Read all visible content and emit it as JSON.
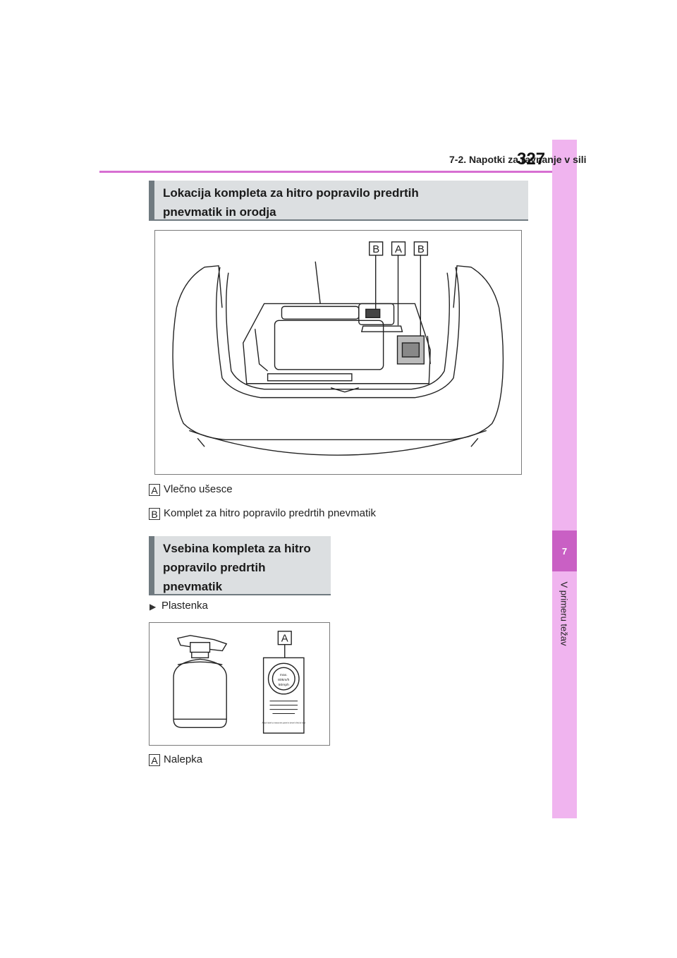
{
  "header": {
    "section": "7-2. Napotki za ravnanje v sili",
    "page": "327"
  },
  "side_tab": {
    "number": "7",
    "label": "V primeru težav"
  },
  "section1": {
    "title_line1": "Lokacija kompleta za hitro popravilo predrtih",
    "title_line2": "pnevmatik in orodja"
  },
  "figure1": {
    "callouts": [
      "B",
      "A",
      "B"
    ]
  },
  "legend1": [
    {
      "badge": "A",
      "text": "Vlečno ušesce"
    },
    {
      "badge": "B",
      "text": "Komplet za hitro popravilo predrtih pnevmatik"
    }
  ],
  "section2": {
    "title_line1": "Vsebina kompleta za hitro",
    "title_line2": "popravilo predrtih",
    "title_line3": "pnevmatik"
  },
  "bullet_item": {
    "text": "Plastenka"
  },
  "figure2": {
    "callout": "A",
    "sticker": {
      "speed_label": "max.",
      "speed_1": "80km/h",
      "speed_2": "50mph",
      "note": "Attach label to instrument panel in driver's field of view"
    }
  },
  "legend2": [
    {
      "badge": "A",
      "text": "Nalepka"
    }
  ]
}
